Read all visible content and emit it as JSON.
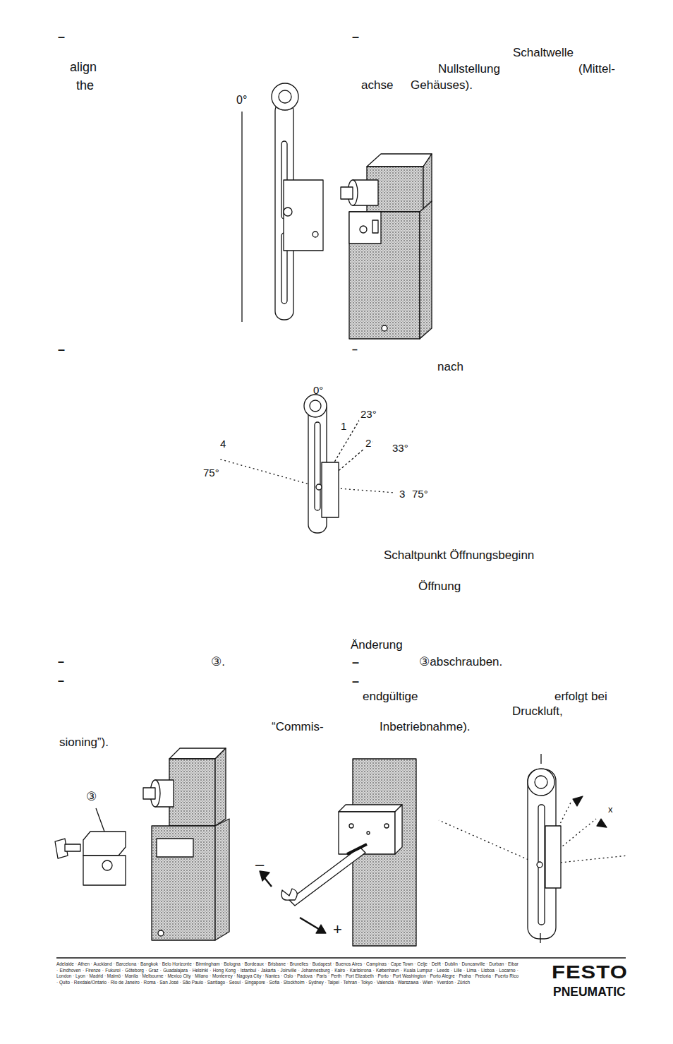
{
  "diagram": {
    "labels": [
      "–",
      "align",
      "the",
      "–",
      "Schaltwelle",
      "Nullstellung",
      "(Mittel-",
      "achse",
      "Gehäuses).",
      "0°",
      "–",
      "–",
      "nach",
      "0°",
      "23°",
      "1",
      "2",
      "33°",
      "4",
      "75°",
      "3",
      "75°",
      "Schaltpunkt Öffnungsbeginn",
      "Öffnung",
      "Änderung",
      "–",
      "③.",
      "–",
      "③abschrauben.",
      "–",
      "–",
      "endgültige",
      "erfolgt bei",
      "Druckluft,",
      "“Commis-",
      "Inbetriebnahme).",
      "sioning”).",
      "③",
      "–",
      "+",
      "x",
      "Adelaide · Athen · Auckland · Barcelona · Bangkok · Belo Horizonte · Birmingham · Bologna · Bordeaux · Brisbane · Bruxelles · Budapest · Buenos Aires · Campinas · Cape Town · Celje · Delft · Dublin · Duncanville · Durban · Eibar · Eindhoven · Firenze · Fukuroi · Göteborg · Graz · Guadalajara · Helsinki · Hong Kong · Istanbul · Jakarta · Joinville · Johannesburg · Kairo · Karlskrona · København · Kuala Lumpur · Leeds · Lille · Lima · Lisboa · Locarno · London · Lyon · Madrid · Malmö · Manila · Melbourne · Mexico City · Milano · Monterrey · Nagoya City · Nantes · Oslo · Padova · Paris · Perth · Port Elizabeth · Porto · Port Washington · Porto Alegre · Praha · Pretoria · Puerto Rico · Quito · Rexdale/Ontario · Rio de Janeiro · Roma · San José · São Paulo · Santiago · Seoul · Singapore · Sofia · Stockholm · Sydney · Taipei · Tehran · Tokyo · Valencia · Warszawa · Wien · Yverdon · Zürich",
      "FESTO",
      "PNEUMATIC"
    ]
  }
}
